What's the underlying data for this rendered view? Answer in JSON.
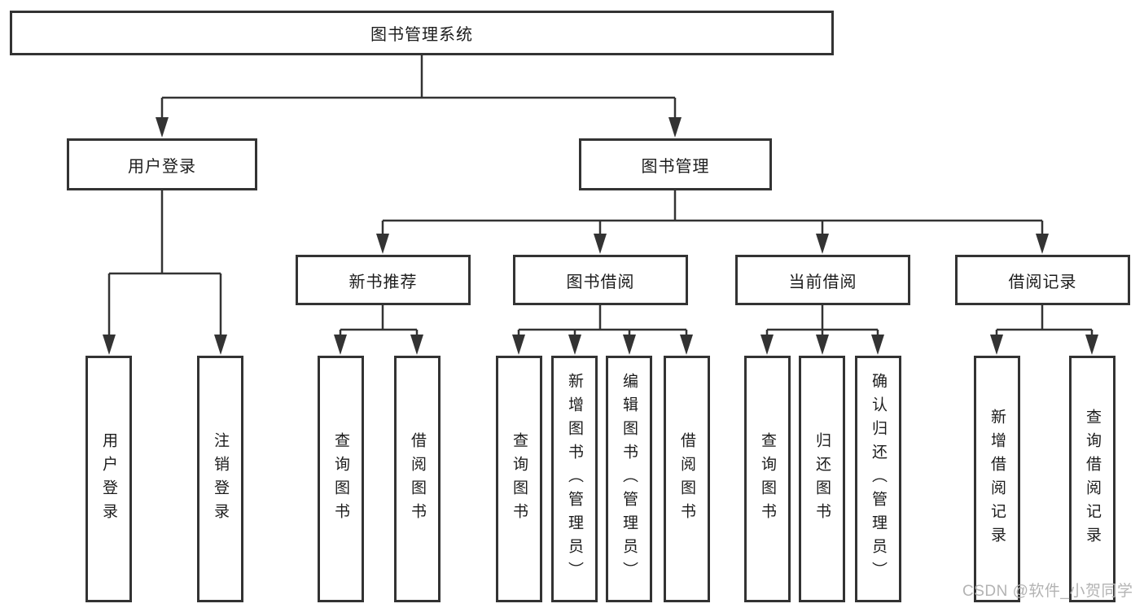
{
  "tree": {
    "label": "图书管理系统",
    "children": [
      {
        "label": "用户登录",
        "children": [
          {
            "label": "用户登录"
          },
          {
            "label": "注销登录"
          }
        ]
      },
      {
        "label": "图书管理",
        "children": [
          {
            "label": "新书推荐",
            "children": [
              {
                "label": "查询图书"
              },
              {
                "label": "借阅图书"
              }
            ]
          },
          {
            "label": "图书借阅",
            "children": [
              {
                "label": "查询图书"
              },
              {
                "label": "新增图书（管理员）"
              },
              {
                "label": "编辑图书（管理员）"
              },
              {
                "label": "借阅图书"
              }
            ]
          },
          {
            "label": "当前借阅",
            "children": [
              {
                "label": "查询图书"
              },
              {
                "label": "归还图书"
              },
              {
                "label": "确认归还（管理员）"
              }
            ]
          },
          {
            "label": "借阅记录",
            "children": [
              {
                "label": "新增借阅记录"
              },
              {
                "label": "查询借阅记录"
              }
            ]
          }
        ]
      }
    ]
  },
  "watermark": {
    "text": "CSDN @软件_小贺同学"
  },
  "colors": {
    "line": "#333333",
    "box_border": "#333333",
    "box_fill": "#ffffff",
    "text": "#1c1c1c",
    "watermark": "#b3b3b3",
    "background": "#ffffff"
  }
}
